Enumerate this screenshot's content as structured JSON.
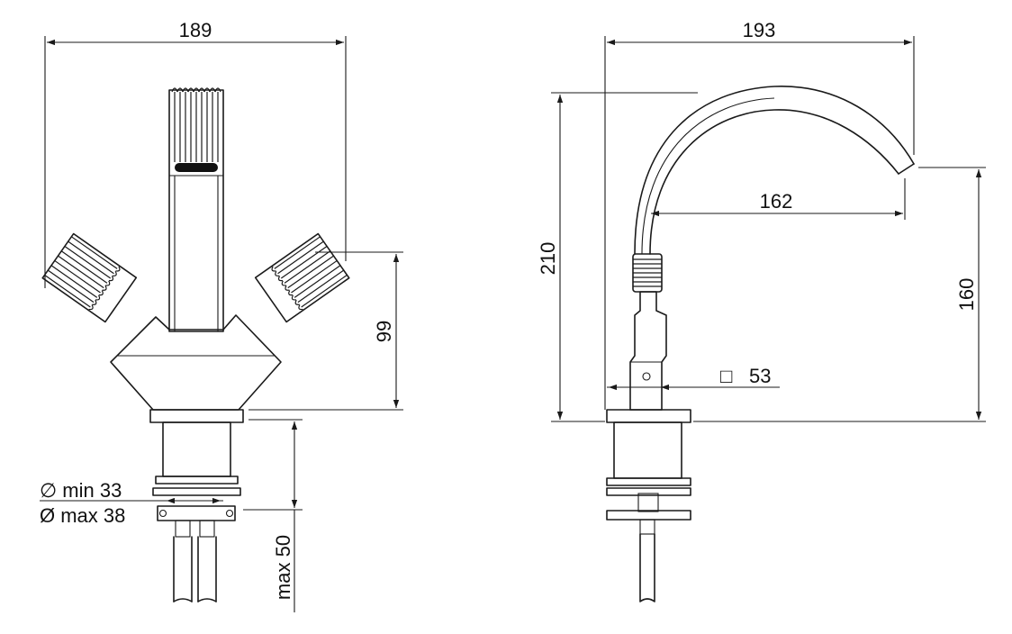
{
  "front_view": {
    "width": "189",
    "lever_height": "99",
    "hole_min": "∅ min 33",
    "hole_max": "Ø max 38",
    "counter_thickness": "max 50"
  },
  "side_view": {
    "reach_total": "193",
    "height_total": "210",
    "spout_reach": "162",
    "spout_height": "160",
    "square_symbol": "□",
    "body_square": "53"
  },
  "colors": {
    "line": "#1a1a1a",
    "background": "#ffffff"
  }
}
